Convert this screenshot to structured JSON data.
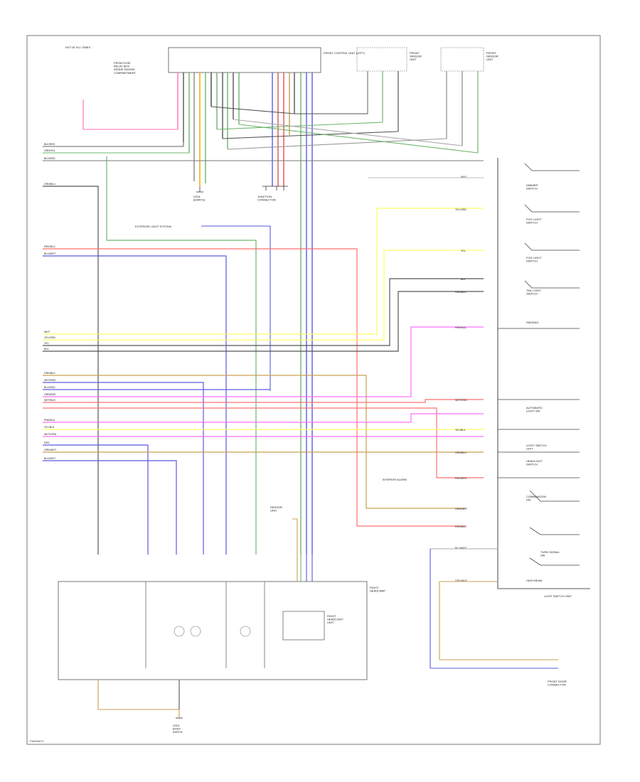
{
  "diagram": {
    "footer_code": "FW000071",
    "components": {
      "top_left_note": "HOT AT ALL TIMES",
      "head_lamp_note": "FROM FUSE\nRELAY BOX\nINSIDE ENGINE\nCOMPARTMENT",
      "front_control_unit": "FRONT CONTROL UNIT (LEFT)",
      "front_sensor_1": "FRONT\nSENSOR\nUNIT",
      "front_sensor_2": "FRONT\nSENSOR\nUNIT",
      "ground_a": "G201\n(EARTH)",
      "ground_b": "JUNCTION\nCONNECTOR",
      "exterior_light_system": "EXTERIOR LIGHT SYSTEM",
      "left_lamp_unit": "RIGHT\nHEADLAMP",
      "light_switch_label": "LIGHT SWITCH UNIT",
      "sensor_label": "FRONT DOOR\nCONNECTOR",
      "bottom_ground": "G301\nBODY\nEARTH",
      "light_unit_note": "RIGHT\nHEADLIGHT\nUNIT",
      "control_note": "SENSOR\nUNIT",
      "hazard_note": "INTERIOR ALARM"
    },
    "switches": [
      "DIMMER\nSWITCH",
      "FOG LIGHT\nSWITCH",
      "FOG LIGHT\nSWITCH",
      "TAIL LIGHT\nSWITCH",
      "PASSING",
      "AUTOMATIC\nLIGHT SW",
      "LIGHT SWITCH\nLEFT",
      "HEADLIGHT\nSWITCH",
      "COMBINATION\nSW",
      "TURN SIGNAL\nSW",
      "HIGH BEAM"
    ],
    "wire_labels": {
      "w1": "BLK/RED",
      "w2": "GRN/YEL",
      "w3": "BLU/RED",
      "w4": "GRN/BLU",
      "w5": "RED/BLU",
      "w6": "BLU/WHT",
      "w7": "WHT",
      "w8": "YEL/GRN",
      "w9": "YEL",
      "w10": "BLK",
      "w11": "GRN/BLK",
      "w12": "WHT/RED",
      "w13": "BLU/RED",
      "w14": "GRN/RED",
      "w15": "WHT/BLK",
      "w16": "PNK/BLU",
      "w17": "YEL/BLK",
      "w18": "WHT/GRN",
      "w19": "RED",
      "w20": "GRN/WHT",
      "w21": "BLU/WHT",
      "r1": "WHT",
      "r2": "YEL/GRN",
      "r3": "YEL",
      "r4": "BLK",
      "r5": "GRN/BLK",
      "r6": "PNK/BLU",
      "r7": "WHT/RED",
      "r8": "YEL/BLK",
      "r9": "GRN/BLU",
      "r10": "RED/WHT",
      "r11": "GRN/WHT",
      "r12": "RED/BLU",
      "r13": "BLU/WHT",
      "r14": "GRY/WHT"
    }
  }
}
